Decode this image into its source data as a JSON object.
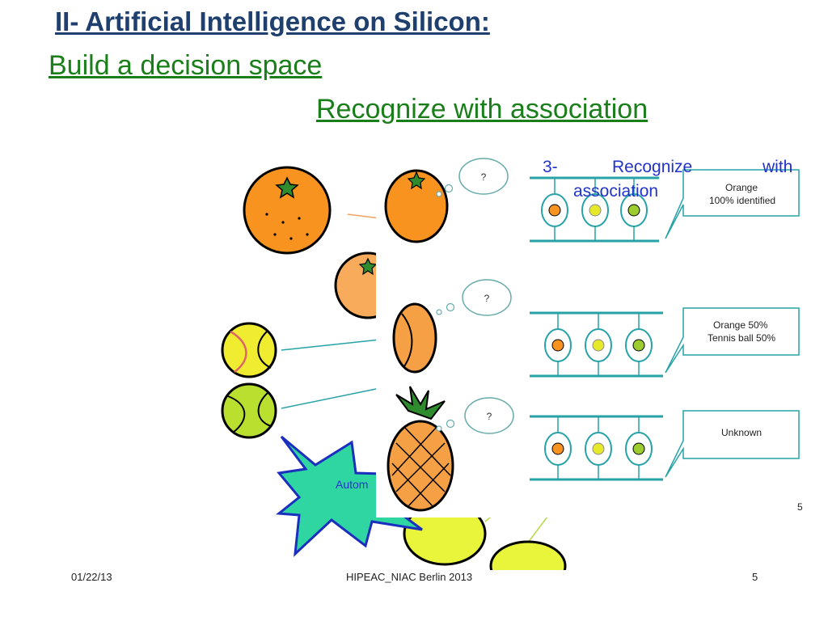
{
  "slide": {
    "title": "II- Artificial Intelligence on Silicon:",
    "subtitle_left": "Build a decision space",
    "subtitle_right": "Recognize with association"
  },
  "figure": {
    "step_label_number": "3-",
    "step_label_word1": "Recognize",
    "step_label_word2": "with",
    "step_label_word3": "association",
    "thought_question": "?",
    "callouts": [
      {
        "line1": "Orange",
        "line2": "100% identified"
      },
      {
        "line1": "Orange 50%",
        "line2": "Tennis ball 50%"
      },
      {
        "line1": "Unknown",
        "line2": ""
      }
    ],
    "star_text": "Autom",
    "inner_page_number": "5"
  },
  "colors": {
    "title": "#1f3f6e",
    "subtitle": "#1a7f1a",
    "step_label": "#2233cc",
    "orange": "#f7931e",
    "tennis_ball": "#e6e82a",
    "teal": "#27a2a6",
    "star": "#2fd6a2"
  },
  "footer": {
    "date": "01/22/13",
    "event": "HIPEAC_NIAC Berlin 2013",
    "page": "5"
  }
}
